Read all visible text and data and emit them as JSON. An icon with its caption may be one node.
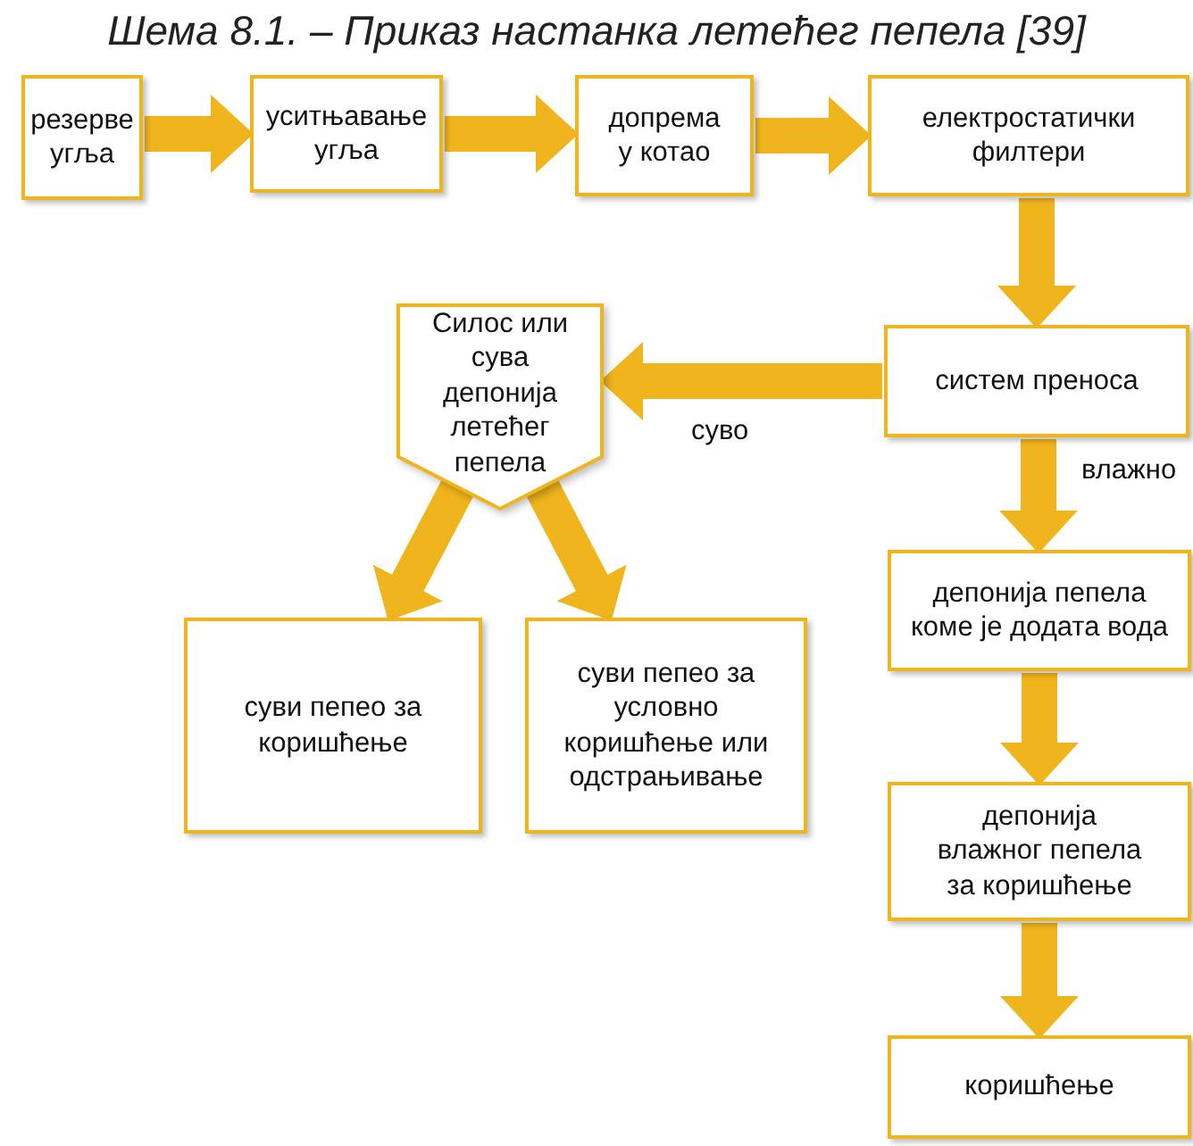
{
  "diagram": {
    "title": "Шема 8.1. – Приказ настанка летећег пепела [39]",
    "nodes": [
      {
        "text": [
          "резерве угља"
        ]
      },
      {
        "text": [
          "уситњавање угља"
        ]
      },
      {
        "text": [
          "допрема у котао"
        ]
      },
      {
        "text": [
          "електростатички филтери"
        ]
      },
      {
        "text": [
          "систем преноса"
        ]
      },
      {
        "text": [
          "Силос или сува депонија летећег пепела"
        ]
      },
      {
        "text": [
          "депонија пепела коме је додата вода"
        ]
      },
      {
        "text": [
          "депонија влажног пепела за коришћење"
        ]
      },
      {
        "text": [
          "коришћење"
        ]
      },
      {
        "text": [
          "суви пепео за коришћење"
        ]
      },
      {
        "text": [
          "суви пепео за условно коришћење или одстрањивање"
        ]
      }
    ],
    "edges": [
      {
        "from": 0,
        "to": 1,
        "arrow": "to"
      },
      {
        "from": 1,
        "to": 2,
        "arrow": "to"
      },
      {
        "from": 2,
        "to": 3,
        "arrow": "to"
      },
      {
        "from": 3,
        "to": 4,
        "arrow": "to"
      },
      {
        "from": 4,
        "to": 5,
        "arrow": "to",
        "label": "суво"
      },
      {
        "from": 4,
        "to": 6,
        "arrow": "to",
        "label": "влажно"
      },
      {
        "from": 6,
        "to": 7,
        "arrow": "to"
      },
      {
        "from": 7,
        "to": 8,
        "arrow": "to"
      },
      {
        "from": 5,
        "to": 9,
        "arrow": "to"
      },
      {
        "from": 5,
        "to": 10,
        "arrow": "to"
      }
    ]
  }
}
